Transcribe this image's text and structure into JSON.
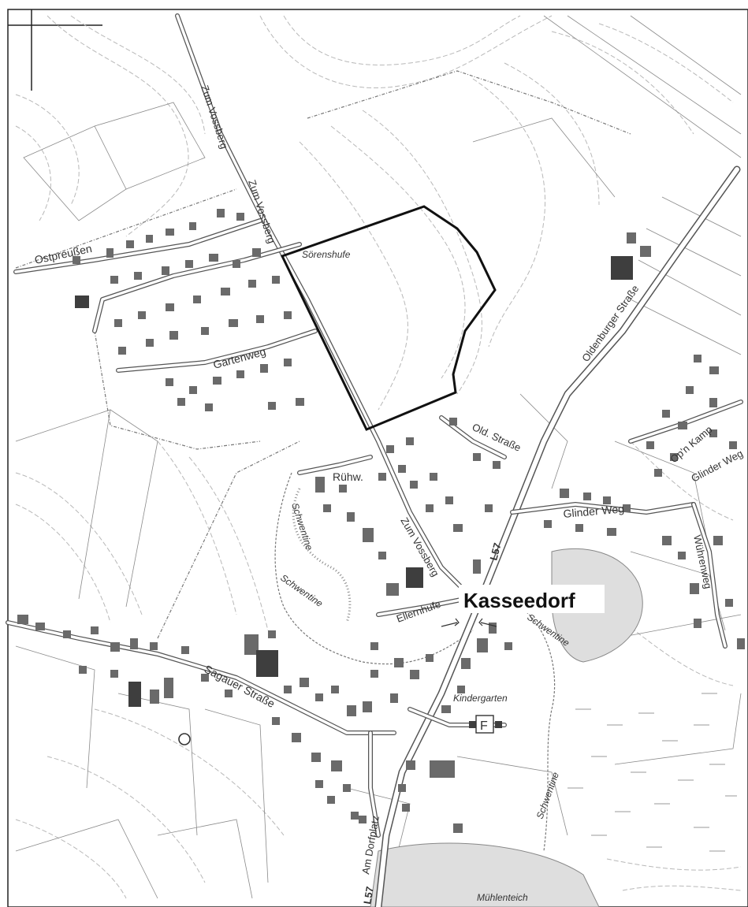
{
  "map": {
    "place_label": "Kasseedorf",
    "area_label": "Sörenshufe",
    "streets": {
      "zum_vossberg_n": "Zum Vossberg",
      "zum_vossberg_n2": "Zum Vossberg",
      "zum_vossberg_s": "Zum Vossberg",
      "ostpreussen": "Ostpreußen",
      "gartenweg": "Gartenweg",
      "oldenburger": "Oldenburger Straße",
      "ruhw": "Rühw.",
      "old_strasse": "Old. Straße",
      "glinder_weg": "Glinder Weg",
      "glinder_weg_e": "Glinder Weg",
      "op_kamp": "Op'n Kamp",
      "wuhrenweg": "Wührenweg",
      "ellernhufe": "Ellernhufe",
      "sagauer": "Sagauer Straße",
      "am_dorfplatz": "Am Dorfplatz",
      "l57_center": "L57",
      "l57_south": "L57"
    },
    "features": {
      "schwentine_1": "Schwentine",
      "schwentine_2": "Schwentine",
      "schwentine_3": "Schwentine",
      "schwentine_4": "Schwentine",
      "kindergarten": "Kindergarten",
      "fire_station": "F",
      "muehlenteich": "Mühlenteich"
    }
  }
}
